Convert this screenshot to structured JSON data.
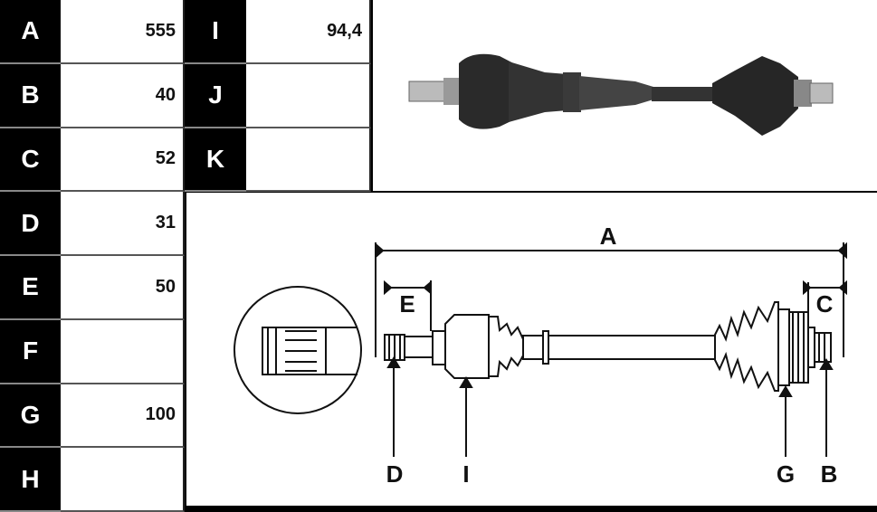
{
  "left_table": [
    {
      "label": "A",
      "value": "555"
    },
    {
      "label": "B",
      "value": "40"
    },
    {
      "label": "C",
      "value": "52"
    },
    {
      "label": "D",
      "value": "31"
    },
    {
      "label": "E",
      "value": "50"
    },
    {
      "label": "F",
      "value": ""
    },
    {
      "label": "G",
      "value": "100"
    },
    {
      "label": "H",
      "value": ""
    }
  ],
  "right_table": [
    {
      "label": "I",
      "value": "94,4"
    },
    {
      "label": "J",
      "value": ""
    },
    {
      "label": "K",
      "value": ""
    }
  ],
  "diagram": {
    "A": "A",
    "E": "E",
    "C": "C",
    "D": "D",
    "I": "I",
    "G": "G",
    "B": "B"
  }
}
